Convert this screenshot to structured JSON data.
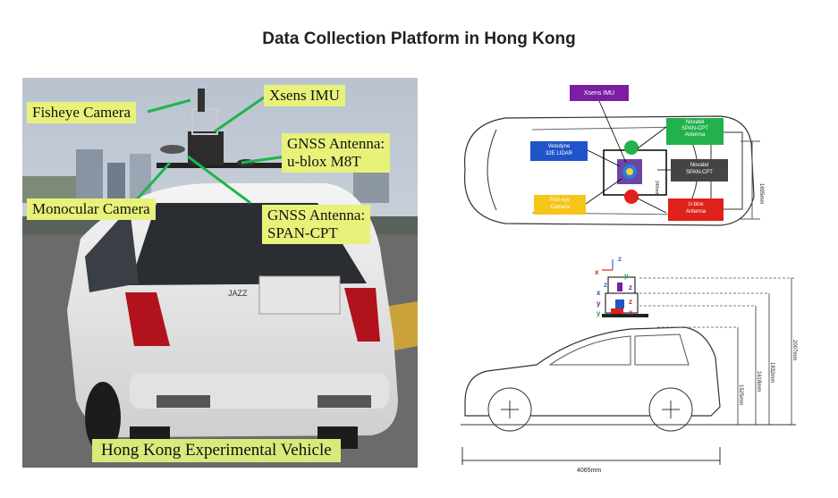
{
  "title": "Data Collection Platform in Hong Kong",
  "photo": {
    "callouts": {
      "fisheye": "Fisheye Camera",
      "xsens": "Xsens IMU",
      "ublox": "GNSS Antenna:\nu-blox M8T",
      "monocular": "Monocular Camera",
      "span": "GNSS Antenna:\nSPAN-CPT"
    },
    "caption": "Hong Kong Experimental Vehicle",
    "badge": "JAZZ"
  },
  "top_view": {
    "labels": {
      "xsens": "Xsens IMU",
      "novatel_span": "Novatel\nSPAN-CPT\nAntenna",
      "velodyne": "Velodyne\n32E LIDAR",
      "novatel_cpt": "Novatel\nSPAN-CPT",
      "fisheye": "Fish-eye\nCamera",
      "ublox": "U-blox\nAntenna"
    },
    "dim_width": "1695mm",
    "dim_small": "240mm",
    "colors": {
      "xsens": "#7a1fa2",
      "novatel_span": "#22b14c",
      "velodyne": "#1f55c9",
      "novatel_cpt": "#444444",
      "fisheye": "#f5c518",
      "ublox": "#e0201b"
    }
  },
  "side_view": {
    "axis_labels": [
      "z",
      "x",
      "y",
      "z",
      "z",
      "x",
      "y",
      "z",
      "y",
      "x"
    ],
    "dims": [
      "1525mm",
      "1618mm",
      "1832mm",
      "2007mm"
    ],
    "length": "4065mm"
  }
}
